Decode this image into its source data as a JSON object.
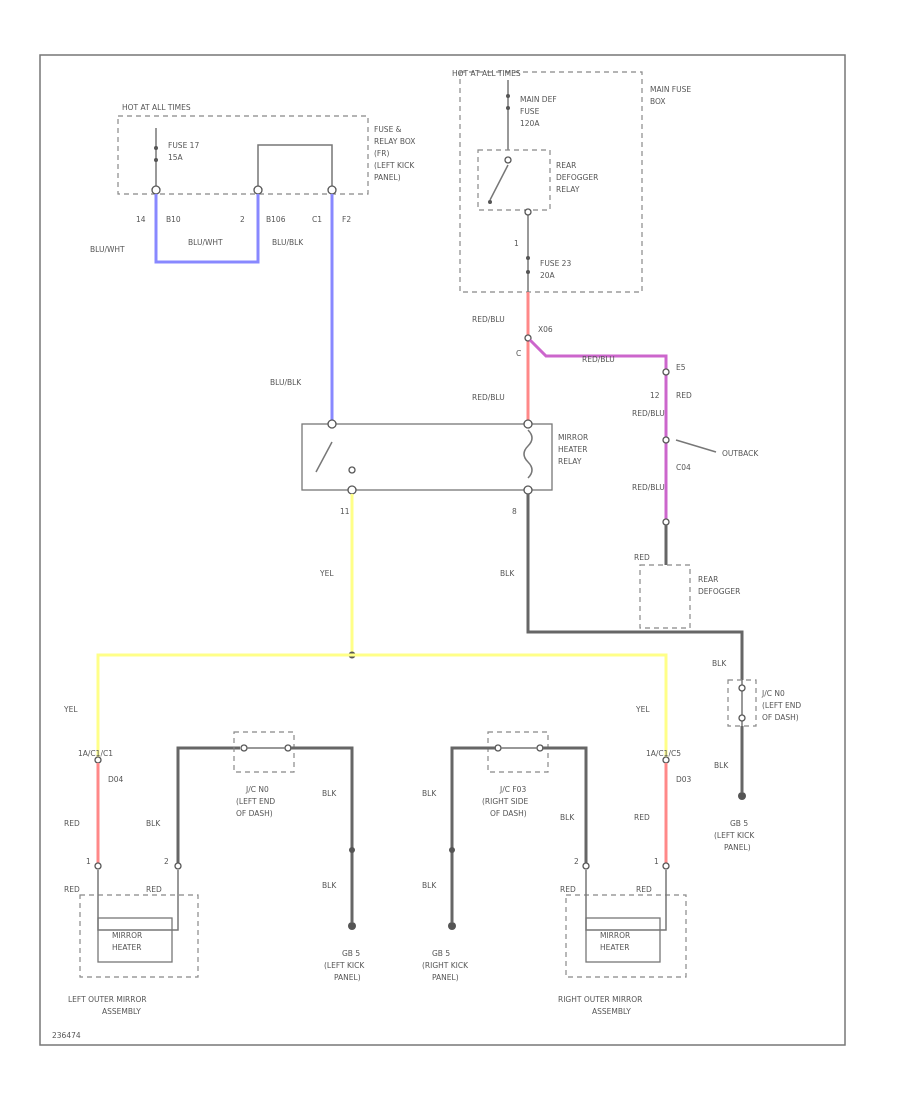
{
  "labels": {
    "hot_at_all_times_left": "HOT AT ALL TIMES",
    "fuse17": "FUSE 17",
    "fuse17_rating": "15A",
    "fuse_relay_box_1": "FUSE &",
    "fuse_relay_box_2": "RELAY BOX",
    "fuse_relay_box_3": "(FR)",
    "fuse_relay_box_4": "(LEFT KICK",
    "fuse_relay_box_5": "PANEL)",
    "pin_14": "14",
    "pin_b10": "B10",
    "pin_2": "2",
    "pin_b106": "B106",
    "pin_c1": "C1",
    "pin_f2": "F2",
    "wire_blu_wht_1": "BLU/WHT",
    "wire_blu_wht_2": "BLU/WHT",
    "wire_blu_blk_1": "BLU/BLK",
    "wire_blu_blk_2": "BLU/BLK",
    "hot_at_all_times_right": "HOT AT ALL TIMES",
    "main_def_fuse_1": "MAIN DEF",
    "main_def_fuse_2": "FUSE",
    "main_def_fuse_3": "120A",
    "main_fuse_box_1": "MAIN FUSE",
    "main_fuse_box_2": "BOX",
    "rear_def_relay_1": "REAR",
    "rear_def_relay_2": "DEFOGGER",
    "rear_def_relay_3": "RELAY",
    "pin_1_top": "1",
    "fuse23": "FUSE 23",
    "fuse23_rating": "20A",
    "wire_red_blu_1": "RED/BLU",
    "wire_red_blu_2": "RED/BLU",
    "wire_red_blu_3": "RED/BLU",
    "wire_red_blu_4": "RED/BLU",
    "wire_red_blu_5": "RED/BLU",
    "conn_x06": "X06",
    "conn_c": "C",
    "conn_e5": "E5",
    "conn_12": "12",
    "conn_c04": "C04",
    "wire_red_1": "RED",
    "outback": "OUTBACK",
    "mirror_heater_relay_1": "MIRROR",
    "mirror_heater_relay_2": "HEATER",
    "mirror_heater_relay_3": "RELAY",
    "pin_11": "11",
    "pin_8": "8",
    "wire_yel_main": "YEL",
    "wire_blk_main": "BLK",
    "wire_red_rdef": "RED",
    "rear_defogger_1": "REAR",
    "rear_defogger_2": "DEFOGGER",
    "wire_blk_j": "BLK",
    "jc_left_1": "J/C N0",
    "jc_left_2": "(LEFT END",
    "jc_left_3": "OF DASH)",
    "wire_blk_j2": "BLK",
    "gb_left_1": "GB 5",
    "gb_left_2": "(LEFT KICK",
    "gb_left_3": "PANEL)",
    "wire_yel_left": "YEL",
    "wire_yel_right": "YEL",
    "conn_left_top": "1A/C1/C1",
    "conn_d04": "D04",
    "conn_right_top": "1A/C1/C5",
    "conn_d03": "D03",
    "jc_mid_left_1": "J/C N0",
    "jc_mid_left_2": "(LEFT END",
    "jc_mid_left_3": "OF DASH)",
    "jc_mid_right_1": "J/C F03",
    "jc_mid_right_2": "(RIGHT SIDE",
    "jc_mid_right_3": "OF DASH)",
    "wire_red_left": "RED",
    "wire_blk_left": "BLK",
    "wire_blk_ml_1": "BLK",
    "wire_blk_ml_2": "BLK",
    "wire_blk_mr_1": "BLK",
    "wire_blk_mr_2": "BLK",
    "wire_blk_right": "BLK",
    "wire_red_right": "RED",
    "pin_1_l": "1",
    "pin_2_l": "2",
    "pin_2_r": "2",
    "pin_1_r": "1",
    "red_l1": "RED",
    "red_l2": "RED",
    "red_r1": "RED",
    "red_r2": "RED",
    "mirror_heater_l_1": "MIRROR",
    "mirror_heater_l_2": "HEATER",
    "mirror_heater_r_1": "MIRROR",
    "mirror_heater_r_2": "HEATER",
    "gb_ml_1": "GB 5",
    "gb_ml_2": "(LEFT KICK",
    "gb_ml_3": "PANEL)",
    "gb_mr_1": "GB 5",
    "gb_mr_2": "(RIGHT KICK",
    "gb_mr_3": "PANEL)",
    "left_mirror_assy_1": "LEFT OUTER MIRROR",
    "left_mirror_assy_2": "ASSEMBLY",
    "right_mirror_assy_1": "RIGHT OUTER MIRROR",
    "right_mirror_assy_2": "ASSEMBLY",
    "figure_id": "236474"
  },
  "colors": {
    "blue_wire": "#8888ff",
    "yellow_wire": "#ffff88",
    "red_wire": "#ff8888",
    "magenta_wire": "#cc66cc",
    "black_wire": "#666666"
  }
}
